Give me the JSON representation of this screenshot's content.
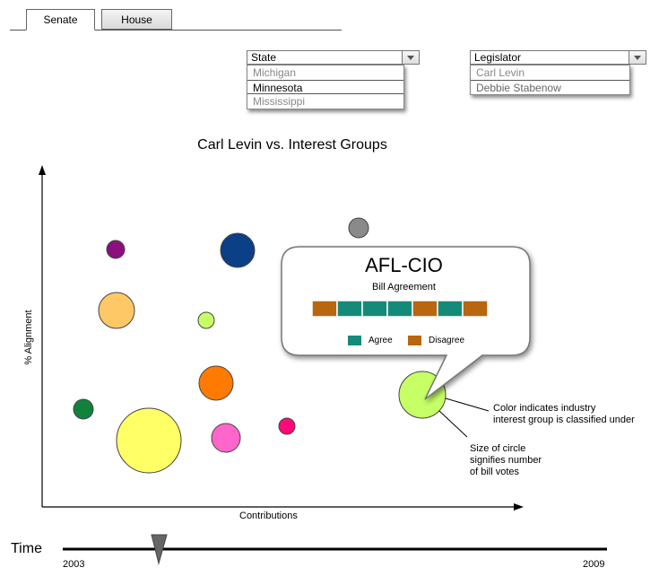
{
  "tabs": [
    {
      "label": "Senate",
      "active": true
    },
    {
      "label": "House",
      "active": false
    }
  ],
  "state_dropdown": {
    "label": "State",
    "options": [
      "Michigan",
      "Minnesota",
      "Mississippi"
    ],
    "selected": "Minnesota"
  },
  "legislator_dropdown": {
    "label": "Legislator",
    "options": [
      "Carl Levin",
      "Debbie Stabenow"
    ]
  },
  "chart": {
    "title": "Carl Levin vs. Interest Groups",
    "ylabel": "% Alignment",
    "xlabel": "Contributions"
  },
  "callout": {
    "title": "AFL-CIO",
    "subtitle": "Bill Agreement",
    "bill_votes": [
      "disagree",
      "agree",
      "agree",
      "agree",
      "disagree",
      "agree",
      "disagree"
    ],
    "legend": [
      {
        "label": "Agree",
        "color": "#168a78"
      },
      {
        "label": "Disagree",
        "color": "#b8660f"
      }
    ]
  },
  "annotations": {
    "color_note_line1": "Color indicates industry",
    "color_note_line2": "interest group is classified under",
    "size_note_line1": "Size of circle",
    "size_note_line2": "signifies number",
    "size_note_line3": "of bill votes"
  },
  "timeline": {
    "label": "Time",
    "start_year": "2003",
    "end_year": "2009"
  },
  "colors": {
    "agree": "#168a78",
    "disagree": "#b8660f",
    "bubble_purple": "#8b0f7f",
    "bubble_navy": "#0b3f86",
    "bubble_gray": "#8a8a8a",
    "bubble_orange_light": "#ffc866",
    "bubble_lime": "#c6ff66",
    "bubble_orange": "#ff7a00",
    "bubble_green": "#11823c",
    "bubble_yellow": "#ffff66",
    "bubble_pink": "#ff66cc",
    "bubble_magenta": "#ff0a78"
  }
}
